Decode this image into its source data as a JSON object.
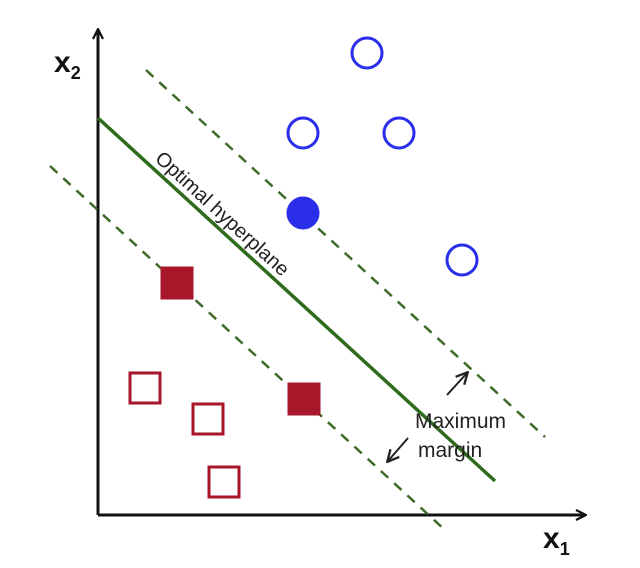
{
  "axes": {
    "x_label": "x",
    "x_sub": "1",
    "y_label": "x",
    "y_sub": "2"
  },
  "hyperplane": {
    "label": "Optimal hyperplane"
  },
  "margin": {
    "line1": "Maximum",
    "line2": "margin"
  },
  "colors": {
    "axis": "#111111",
    "hyperplane": "#2f6b1c",
    "margin_line": "#3e6b2a",
    "class_circle": "#2a2ee8",
    "class_square": "#a8162a"
  },
  "points": {
    "circles": [
      {
        "id": "circle-1",
        "filled": false
      },
      {
        "id": "circle-2",
        "filled": false
      },
      {
        "id": "circle-3",
        "filled": false
      },
      {
        "id": "circle-4",
        "filled": false
      },
      {
        "id": "circle-support",
        "filled": true
      }
    ],
    "squares": [
      {
        "id": "square-support-1",
        "filled": true
      },
      {
        "id": "square-support-2",
        "filled": true
      },
      {
        "id": "square-1",
        "filled": false
      },
      {
        "id": "square-2",
        "filled": false
      },
      {
        "id": "square-3",
        "filled": false
      }
    ]
  }
}
